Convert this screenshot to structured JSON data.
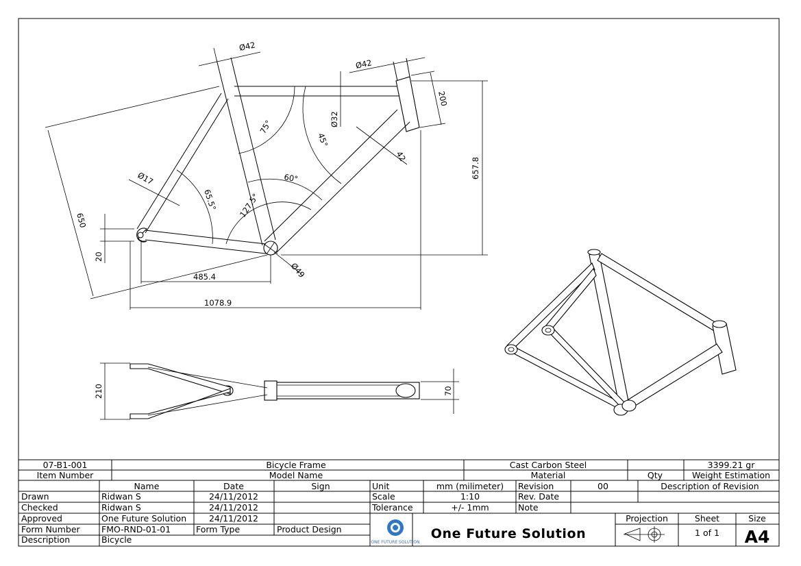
{
  "drawing": {
    "dimensions": {
      "d_top_seat": "Ø42",
      "d_head_top": "Ø42",
      "d_top_tube": "Ø32",
      "d_seat_stay": "Ø17",
      "d_bb": "Ø49",
      "head_len": "200",
      "down_d": "42",
      "ang75": "75°",
      "ang45": "45°",
      "ang60": "60°",
      "ang655": "65.5°",
      "ang1275": "127.5°",
      "len650": "650",
      "len6578": "657.8",
      "h20": "20",
      "chain": "485.4",
      "total": "1078.9",
      "w210": "210",
      "w70": "70"
    }
  },
  "title_block": {
    "item_number_value": "07-B1-001",
    "item_number_label": "Item Number",
    "model_value": "Bicycle Frame",
    "model_label": "Model Name",
    "material_value": "Cast Carbon Steel",
    "material_label": "Material",
    "qty_value": "",
    "qty_label": "Qty",
    "weight_value": "3399.21 gr",
    "weight_label": "Weight Estimation",
    "col_name": "Name",
    "col_date": "Date",
    "col_sign": "Sign",
    "drawn_label": "Drawn",
    "drawn_name": "Ridwan S",
    "drawn_date": "24/11/2012",
    "checked_label": "Checked",
    "checked_name": "Ridwan S",
    "checked_date": "24/11/2012",
    "approved_label": "Approved",
    "approved_name": "One Future Solution",
    "approved_date": "24/11/2012",
    "form_number_label": "Form Number",
    "form_number_value": "FMO-RND-01-01",
    "form_type_label": "Form Type",
    "form_type_value": "Product Design",
    "description_label": "Description",
    "description_value": "Bicycle",
    "unit_label": "Unit",
    "unit_value": "mm (milimeter)",
    "scale_label": "Scale",
    "scale_value": "1:10",
    "tolerance_label": "Tolerance",
    "tolerance_value": "+/- 1mm",
    "revision_label": "Revision",
    "revision_value": "00",
    "rev_date_label": "Rev. Date",
    "note_label": "Note",
    "desc_revision_label": "Description of Revision",
    "company_name": "One Future Solution",
    "logo_text": "ONE FUTURE SOLUTION",
    "projection_label": "Projection",
    "sheet_label": "Sheet",
    "sheet_value": "1 of 1",
    "size_label": "Size",
    "size_value": "A4"
  }
}
